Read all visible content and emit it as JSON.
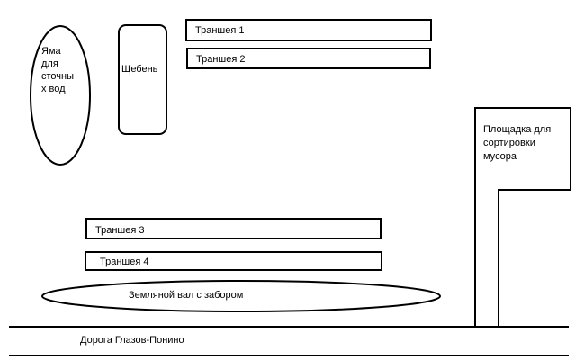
{
  "labels": {
    "pit": [
      "Яма",
      "для",
      "сточны",
      "х вод"
    ],
    "gravel": "Щебень",
    "trench1": "Траншея 1",
    "trench2": "Траншея 2",
    "trench3": "Траншея 3",
    "trench4": "Траншея 4",
    "sorting_area": [
      "Площадка для",
      "сортировки",
      "мусора"
    ],
    "earth_rampart": "Земляной вал с забором",
    "road": "Дорога Глазов-Понино"
  },
  "colors": {
    "stroke": "#000000",
    "background": "#ffffff"
  }
}
